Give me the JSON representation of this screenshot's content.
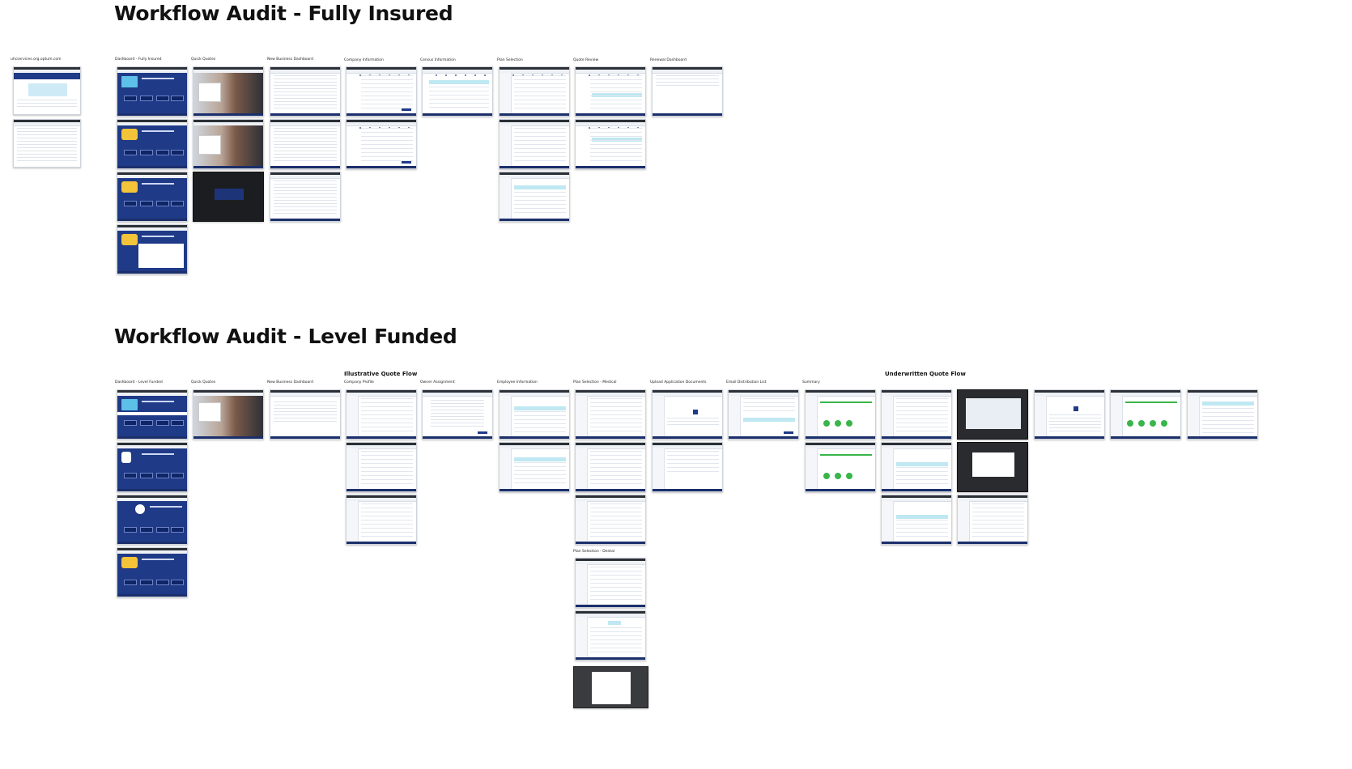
{
  "sections": [
    {
      "title": "Workflow Audit - Fully Insured",
      "columns": [
        "uhcservices.org.optum.com",
        "Dashboard - Fully Insured",
        "Quick Quotes",
        "New Business Dashboard",
        "Company Information",
        "Census Information",
        "Plan Selection",
        "Quote Review",
        "Renewal Dashboard"
      ]
    },
    {
      "title": "Workflow Audit - Level Funded",
      "subheads": [
        "Illustrative Quote Flow",
        "Underwritten Quote Flow"
      ],
      "columns": [
        "Dashboard - Level Funded",
        "Quick Quotes",
        "New Business Dashboard",
        "Company Profile",
        "Owner Assignment",
        "Employee Information",
        "Plan Selection - Medical",
        "Upload Application Documents",
        "Email Distribution List",
        "Summary",
        "Plan Selection - Dental"
      ]
    }
  ],
  "colors": {
    "brand_navy": "#1f3a87",
    "accent_teal": "#bfe8f2",
    "success_green": "#39b54a"
  }
}
